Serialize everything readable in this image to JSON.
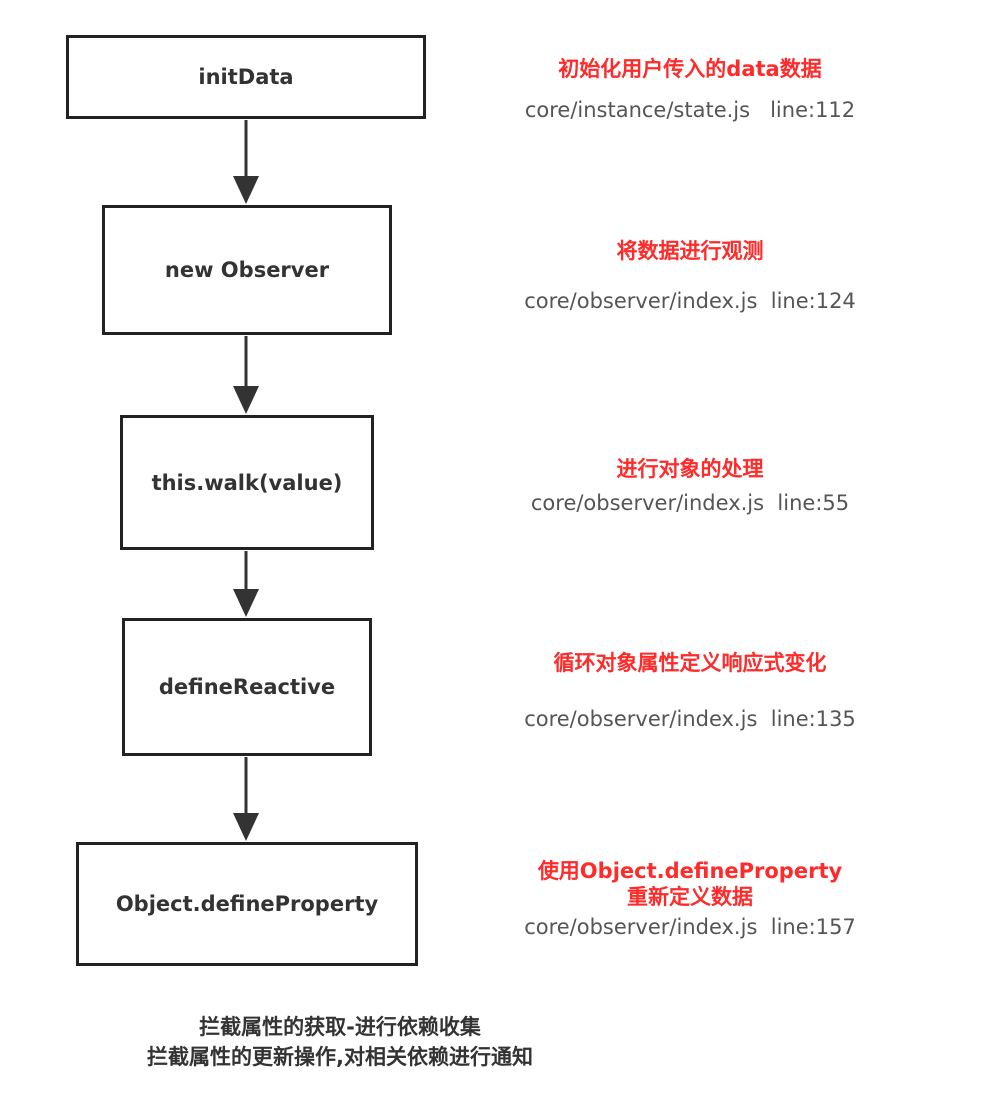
{
  "nodes": [
    {
      "label": "initData"
    },
    {
      "label": "new Observer"
    },
    {
      "label": "this.walk(value)"
    },
    {
      "label": "defineReactive"
    },
    {
      "label": "Object.defineProperty"
    }
  ],
  "notes": [
    {
      "title": [
        "初始化用户传入的data数据"
      ],
      "path": "core/instance/state.js   line:112"
    },
    {
      "title": [
        "将数据进行观测"
      ],
      "path": "core/observer/index.js  line:124"
    },
    {
      "title": [
        "进行对象的处理"
      ],
      "path": "core/observer/index.js  line:55"
    },
    {
      "title": [
        "循环对象属性定义响应式变化"
      ],
      "path": "core/observer/index.js  line:135"
    },
    {
      "title": [
        "使用Object.defineProperty",
        "重新定义数据"
      ],
      "path": "core/observer/index.js  line:157"
    }
  ],
  "footer": {
    "line1": "拦截属性的获取-进行依赖收集",
    "line2": "拦截属性的更新操作,对相关依赖进行通知"
  },
  "colors": {
    "box_border": "#222222",
    "arrow": "#333333",
    "note_title": "#ff2a2a",
    "note_path": "#555555",
    "footer_text": "#333333"
  }
}
